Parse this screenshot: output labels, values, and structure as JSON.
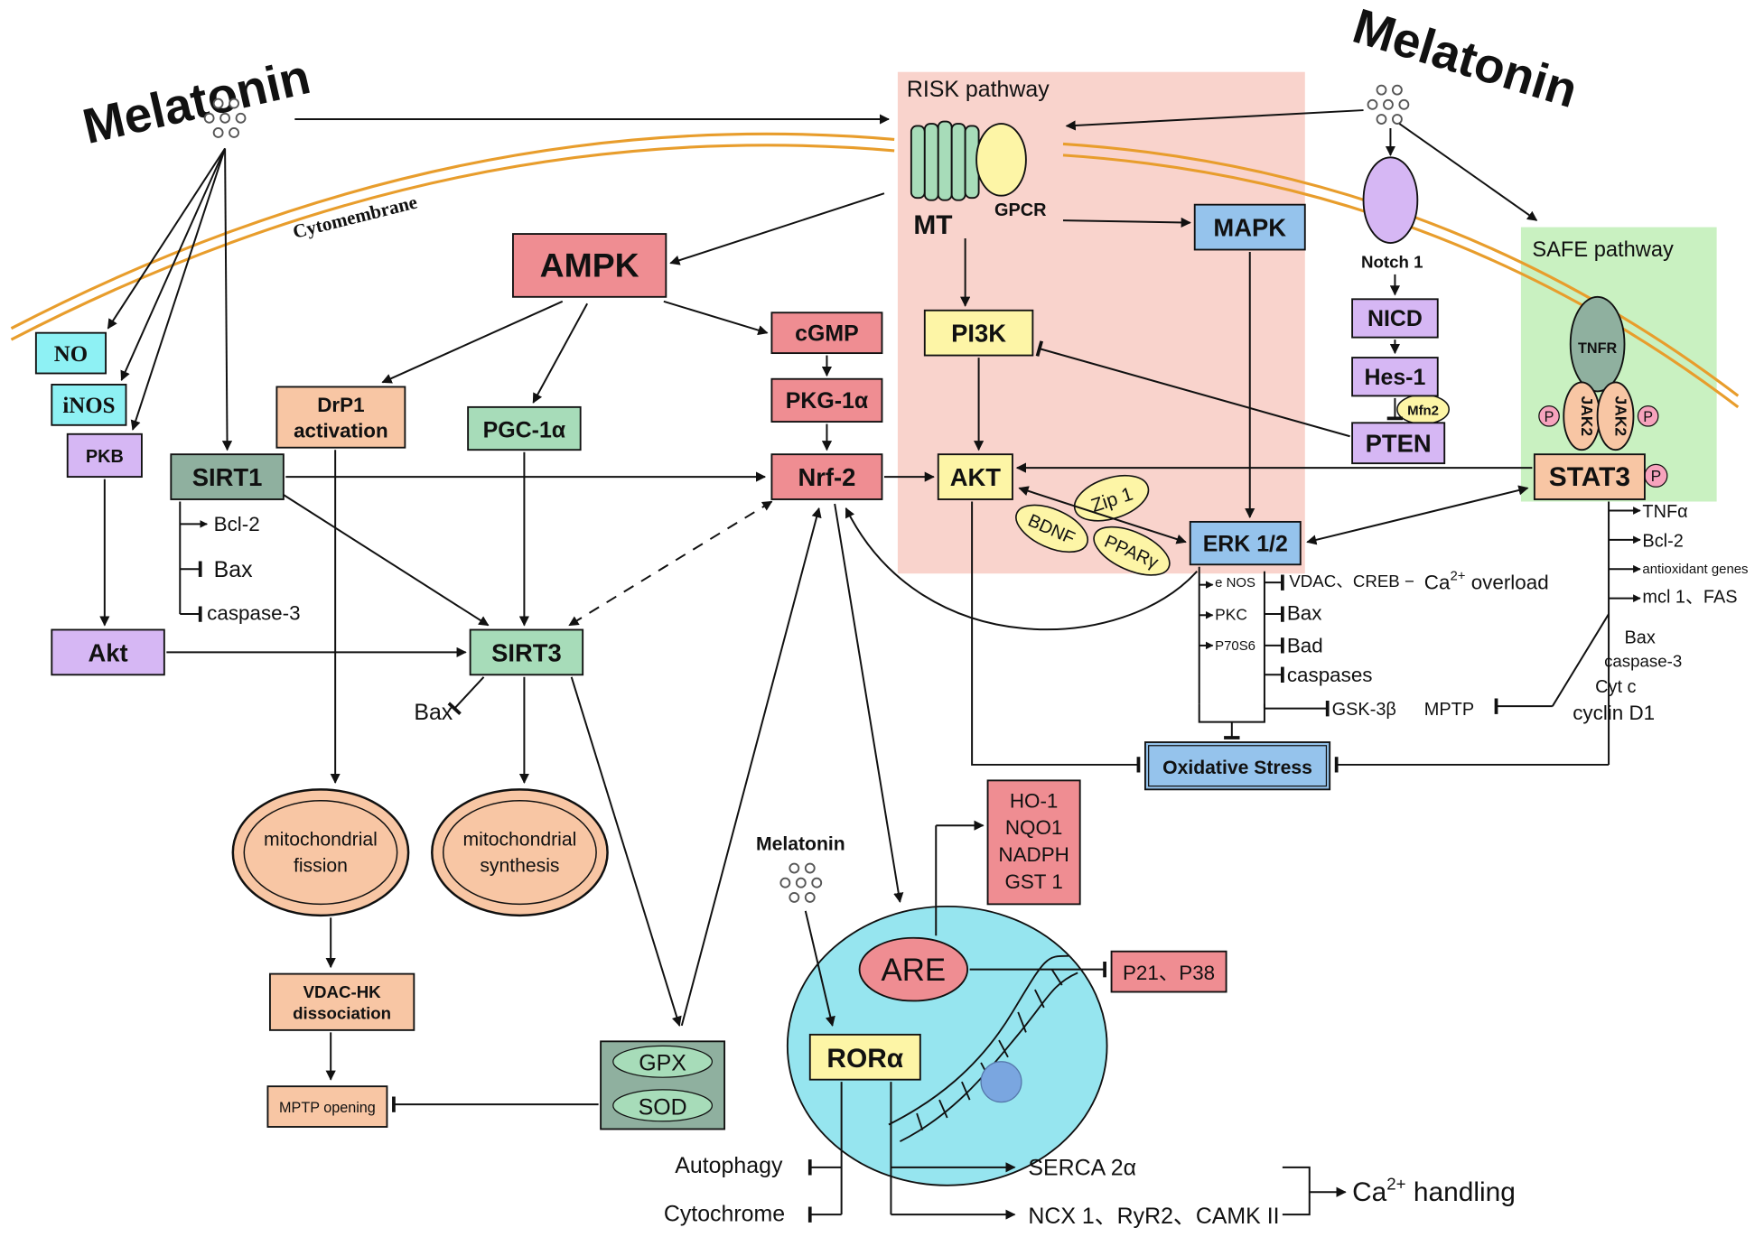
{
  "title_left": "Melatonin",
  "title_right": "Melatonin",
  "melatonin_center": "Melatonin",
  "membrane_label": "Cytomembrane",
  "risk_label": "RISK pathway",
  "safe_label": "SAFE pathway",
  "nodes": {
    "no": "NO",
    "inos": "iNOS",
    "pkb": "PKB",
    "sirt1": "SIRT1",
    "akt_left": "Akt",
    "ampk": "AMPK",
    "drp1_l1": "DrP1",
    "drp1_l2": "activation",
    "pgc": "PGC-1α",
    "cgmp": "cGMP",
    "pkg": "PKG-1α",
    "nrf2": "Nrf-2",
    "sirt3": "SIRT3",
    "mt": "MT",
    "gpcr": "GPCR",
    "mapk": "MAPK",
    "pi3k": "PI3K",
    "akt_mid": "AKT",
    "notch": "Notch 1",
    "nicd": "NICD",
    "hes": "Hes-1",
    "mfn2": "Mfn2",
    "pten": "PTEN",
    "tnfr": "TNFR",
    "jak2a": "JAK2",
    "jak2b": "JAK2",
    "stat3": "STAT3",
    "p": "P",
    "zip1": "Zip 1",
    "bdnf": "BDNF",
    "ppar": "PPARγ",
    "erk": "ERK 1/2",
    "oxidative": "Oxidative Stress",
    "mito_fission_l1": "mitochondrial",
    "mito_fission_l2": "fission",
    "mito_synth_l1": "mitochondrial",
    "mito_synth_l2": "synthesis",
    "vdac_l1": "VDAC-HK",
    "vdac_l2": "dissociation",
    "mptp_open": "MPTP opening",
    "gpx": "GPX",
    "sod": "SOD",
    "ho1": "HO-1",
    "nqo1": "NQO1",
    "nadph": "NADPH",
    "gst1": "GST 1",
    "are": "ARE",
    "ror": "RORα",
    "p21": "P21、P38"
  },
  "labels": {
    "bcl2": "Bcl-2",
    "bax1": "Bax",
    "casp3": "caspase-3",
    "bax_sirt3": "Bax",
    "enos": "e NOS",
    "pkc": "PKC",
    "p70s6": "P70S6",
    "vdac_creb": "VDAC、CREB −",
    "ca_overload_pre": "Ca",
    "ca_overload_sup": "2+",
    "ca_overload_post": " overload",
    "bax_erk": "Bax",
    "bad": "Bad",
    "caspases": "caspases",
    "gsk": "GSK-3β",
    "mptp": "MPTP",
    "tnfa": "TNFα",
    "bcl2_r": "Bcl-2",
    "antiox": "antioxidant genes",
    "mcl": "mcl 1、FAS",
    "bax_r": "Bax",
    "casp3_r": "caspase-3",
    "cytc": "Cyt c",
    "cyclin": "cyclin D1",
    "autophagy": "Autophagy",
    "cytochrome": "Cytochrome",
    "serca": "SERCA 2α",
    "ncx": "NCX 1、RyR2、CAMK II",
    "ca_handling_pre": "Ca",
    "ca_handling_sup": "2+",
    "ca_handling_post": " handling"
  },
  "colors": {
    "risk_bg": "#f9d3cc",
    "safe_bg": "#c9f1c1",
    "pink": "#ef8d92",
    "peach": "#f8c6a4",
    "green": "#a7dcb9",
    "violet": "#d6b7f4",
    "cyan": "#8ef1f4",
    "yellow": "#fdf5a6",
    "blue": "#95c3ec",
    "cell": "#96e5ef",
    "membrane": "#e89d2c"
  }
}
